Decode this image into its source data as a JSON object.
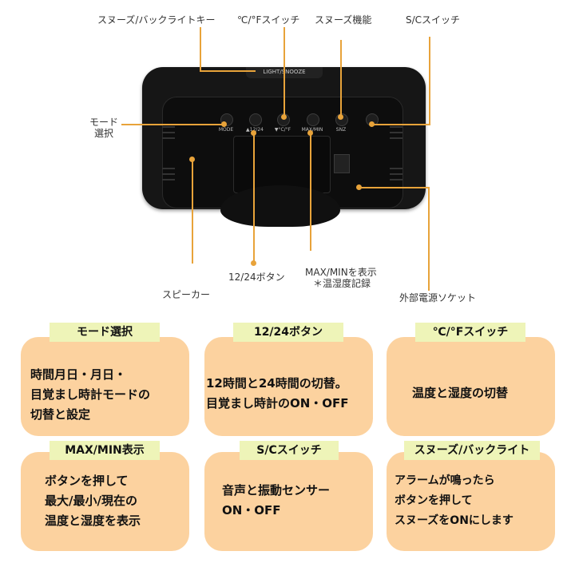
{
  "callouts": {
    "snooze_backlight_key": "スヌーズ/バックライトキー",
    "cf_switch": "℃/°Fスイッチ",
    "snooze_function": "スヌーズ機能",
    "sc_switch": "S/Cスイッチ",
    "mode_select_line1": "モード",
    "mode_select_line2": "選択",
    "btn_12_24": "12/24ボタン",
    "maxmin_line1": "MAX/MINを表示",
    "maxmin_line2": "＊温湿度記録",
    "speaker": "スピーカー",
    "external_power": "外部電源ソケット"
  },
  "device": {
    "top_label": "LIGHT/SNOOZE",
    "button_labels": [
      "MODE",
      "▲12/24",
      "▼°C/°F",
      "MAX/MIN",
      "SNZ"
    ]
  },
  "cards": [
    {
      "title": "モード選択",
      "lines": [
        "時間月日・月日・",
        "目覚まし時計モードの",
        "切替と設定"
      ]
    },
    {
      "title": "12/24ボタン",
      "lines": [
        "12時間と24時間の切替。",
        "目覚まし時計のON・OFF"
      ]
    },
    {
      "title": "℃/°Fスイッチ",
      "lines": [
        "温度と湿度の切替"
      ]
    },
    {
      "title": "MAX/MIN表示",
      "lines": [
        "ボタンを押して",
        "最大/最小/現在の",
        "温度と湿度を表示"
      ]
    },
    {
      "title": "S/Cスイッチ",
      "lines": [
        "音声と振動センサー",
        "ON・OFF"
      ]
    },
    {
      "title": "スヌーズ/バックライト",
      "lines": [
        "アラームが鳴ったら",
        "ボタンを押して",
        "スヌーズをONにします"
      ]
    }
  ],
  "colors": {
    "accent_line": "#e8a33a",
    "card_bg": "#fcd29f",
    "tag_bg": "#eef4b8"
  }
}
